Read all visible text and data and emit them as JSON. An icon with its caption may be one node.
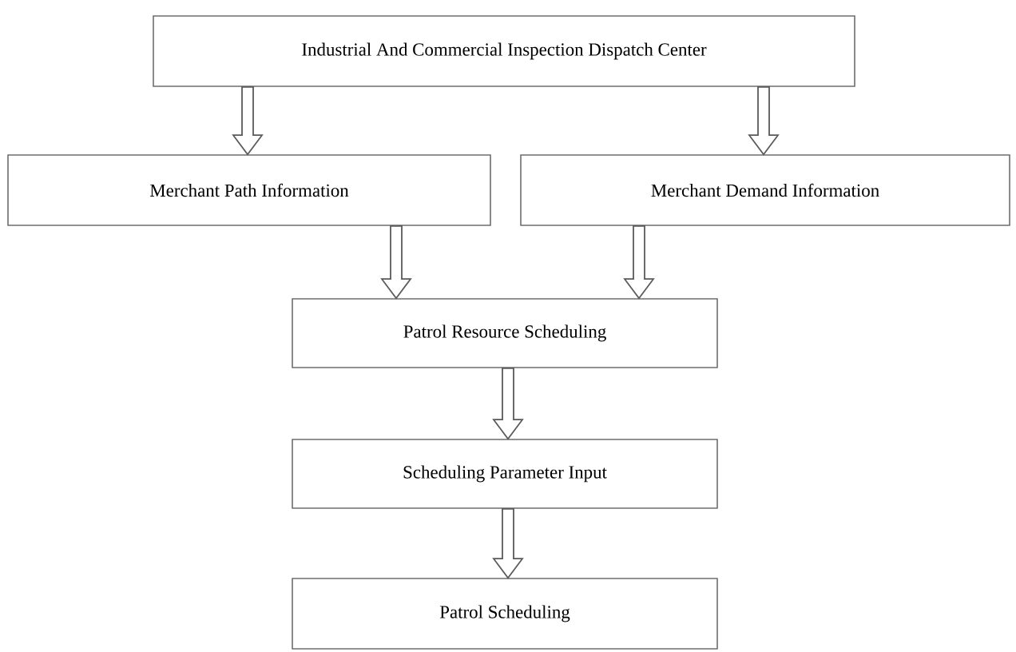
{
  "diagram": {
    "nodes": [
      {
        "text": [
          "Industrial And Commercial Inspection Dispatch Center"
        ]
      },
      {
        "text": [
          "Merchant Path Information"
        ]
      },
      {
        "text": [
          "Merchant Demand Information"
        ]
      },
      {
        "text": [
          "Patrol Resource Scheduling"
        ]
      },
      {
        "text": [
          "Scheduling Parameter Input"
        ]
      },
      {
        "text": [
          "Patrol Scheduling"
        ]
      }
    ],
    "edges": [
      {
        "from": 0,
        "to": 1,
        "arrow": "to"
      },
      {
        "from": 0,
        "to": 2,
        "arrow": "to"
      },
      {
        "from": 1,
        "to": 3,
        "arrow": "to"
      },
      {
        "from": 2,
        "to": 3,
        "arrow": "to"
      },
      {
        "from": 3,
        "to": 4,
        "arrow": "to"
      },
      {
        "from": 4,
        "to": 5,
        "arrow": "to"
      }
    ]
  }
}
